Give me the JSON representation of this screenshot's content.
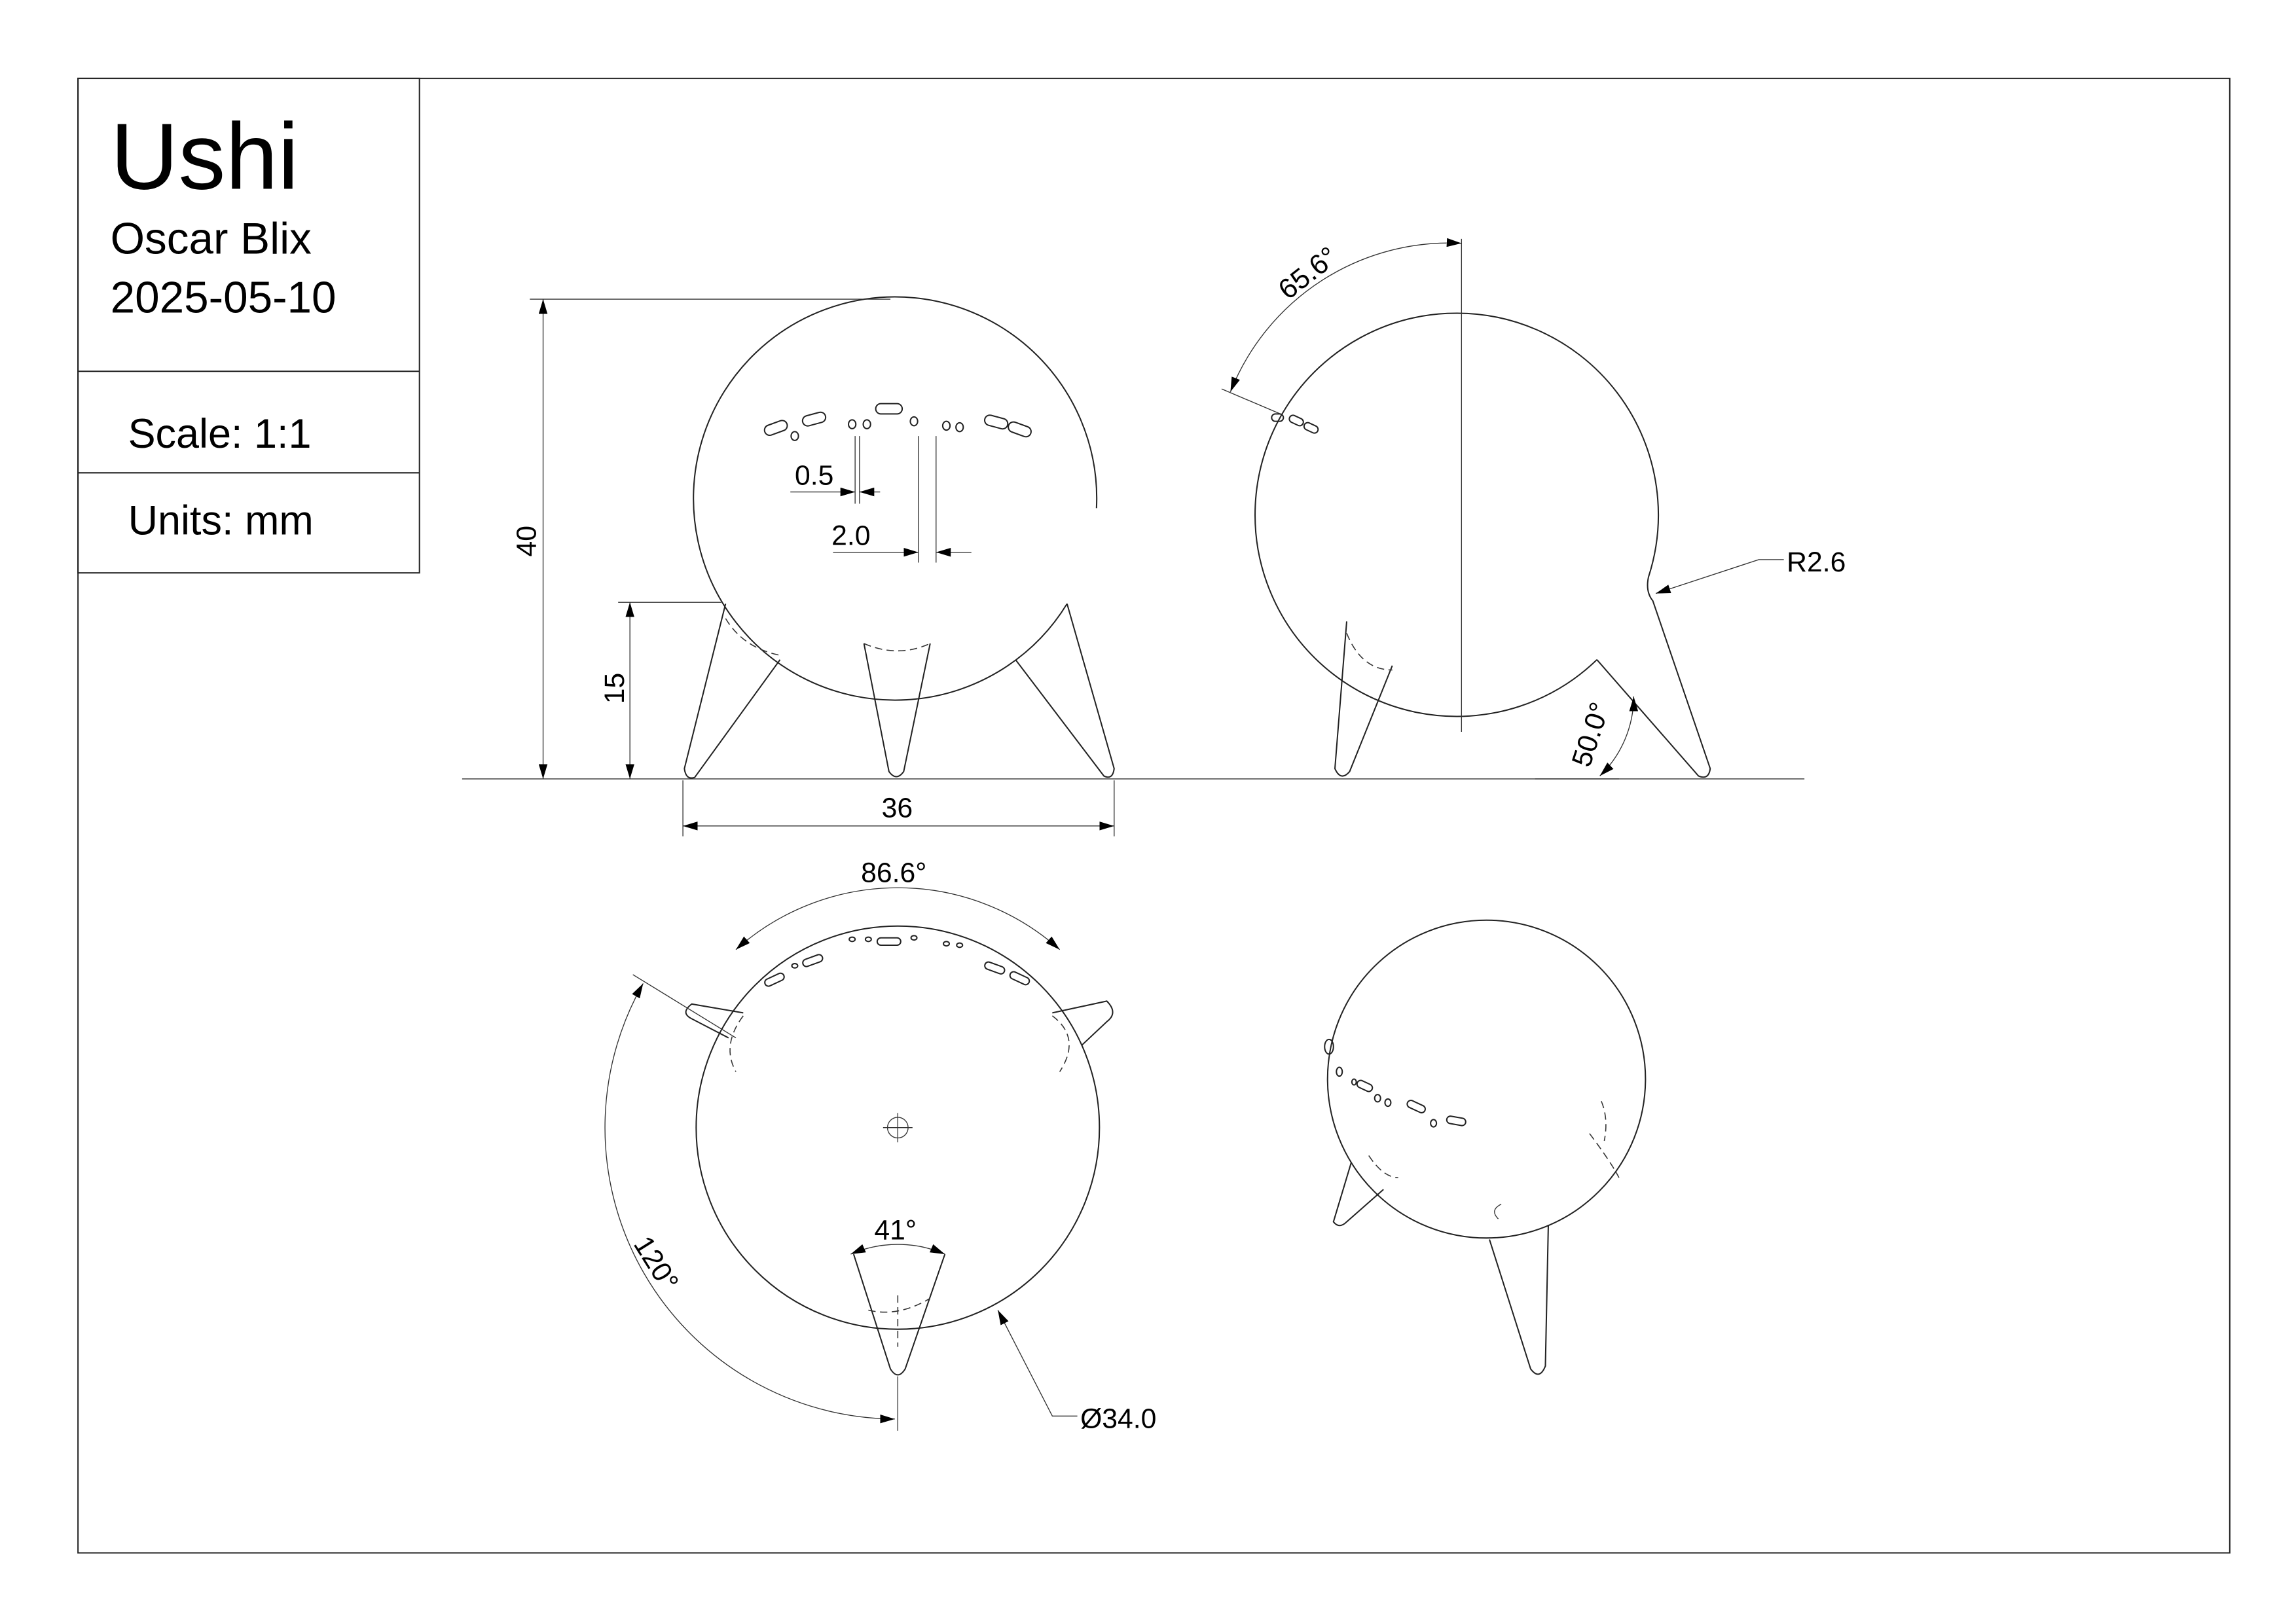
{
  "title_block": {
    "title": "Ushi",
    "author": "Oscar Blix",
    "date": "2025-05-10",
    "scale": "Scale: 1:1",
    "units": "Units: mm"
  },
  "dimensions": {
    "front_height": "40",
    "leg_height": "15",
    "leg_span": "36",
    "small_gap": "0.5",
    "hole_gap": "2.0",
    "side_angle": "65.6°",
    "fillet_radius": "R2.6",
    "leg_angle": "50.0°",
    "top_arc_angle": "86.6°",
    "leg_spacing_angle": "120°",
    "leg_taper_angle": "41°",
    "diameter": "Ø34.0"
  }
}
